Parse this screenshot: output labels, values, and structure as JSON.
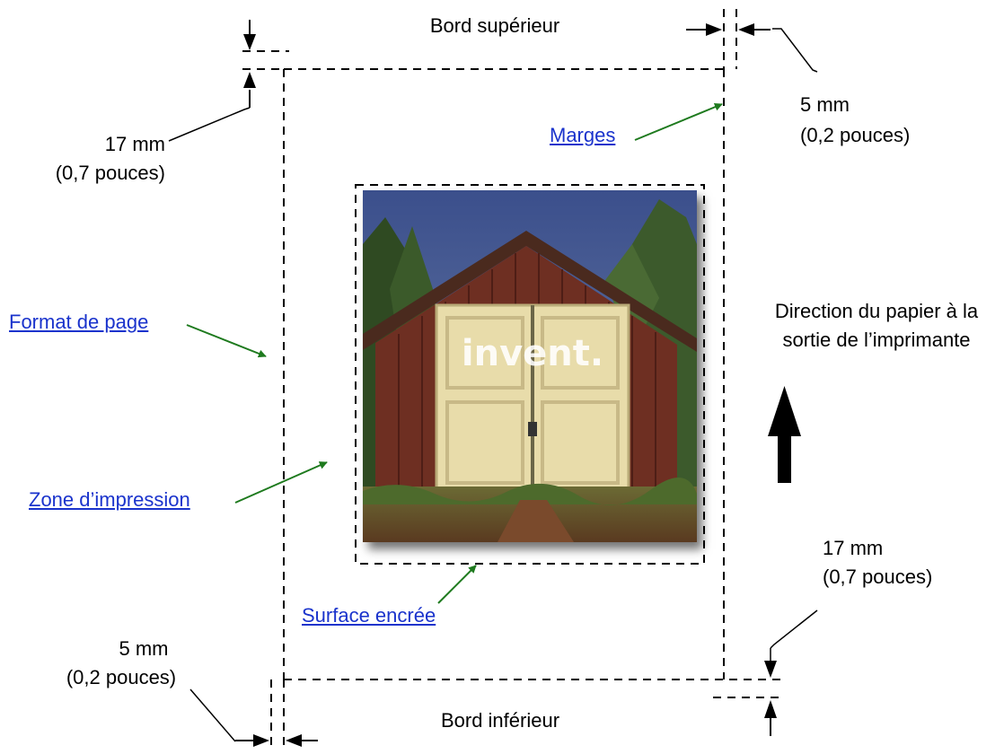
{
  "labels": {
    "bord_superieur": "Bord supérieur",
    "bord_inferieur": "Bord inférieur",
    "top_left_mm": "17 mm",
    "top_left_in": "(0,7 pouces)",
    "top_right_mm": "5 mm",
    "top_right_in": "(0,2 pouces)",
    "bottom_right_mm": "17 mm",
    "bottom_right_in": "(0,7 pouces)",
    "bottom_left_mm": "5 mm",
    "bottom_left_in": "(0,2 pouces)",
    "direction_line1": "Direction du papier à la",
    "direction_line2": "sortie de l’imprimante"
  },
  "links": {
    "marges": "Marges",
    "format_de_page": "Format de page",
    "zone_impression": "Zone d’impression",
    "surface_encree": "Surface encrée"
  },
  "photo": {
    "door_text": "invent."
  },
  "colors": {
    "link": "#1a33cc",
    "pointer_arrow": "#1e7a1e",
    "dimension_line": "#000000"
  }
}
